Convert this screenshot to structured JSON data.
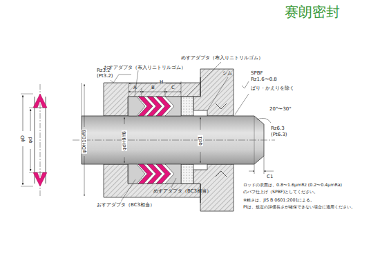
{
  "diagram": {
    "labels": [
      "赛朗密封",
      "おすアダプタ（布入りニトリルゴム）",
      "めすアダプタ（布入りニトリルゴム）",
      "シム",
      "Rz3.2",
      "(Pt3.2)",
      "A",
      "B",
      "H",
      "C",
      "SPBF",
      "Rz1.6〜0.8",
      "ばり・かえりを除く",
      "20°〜30°",
      "Rz6.3",
      "(Pt6.3)",
      "φD",
      "φd",
      "φDH10/f8",
      "φdH9/f8",
      "φd1",
      "C1",
      "めすアダプタ（BC3相当）",
      "おすアダプタ（BC3相当）",
      "ロッドの表面は、0.8〜1.6μmRz (0.2〜0.4μmRa)",
      "のバフ仕上げ（SPBF)としてください。",
      "※粗さは、JIS B 0601:2001による。",
      "Ptは、規定の評価長さが確保できない場合に適用ください。"
    ]
  }
}
